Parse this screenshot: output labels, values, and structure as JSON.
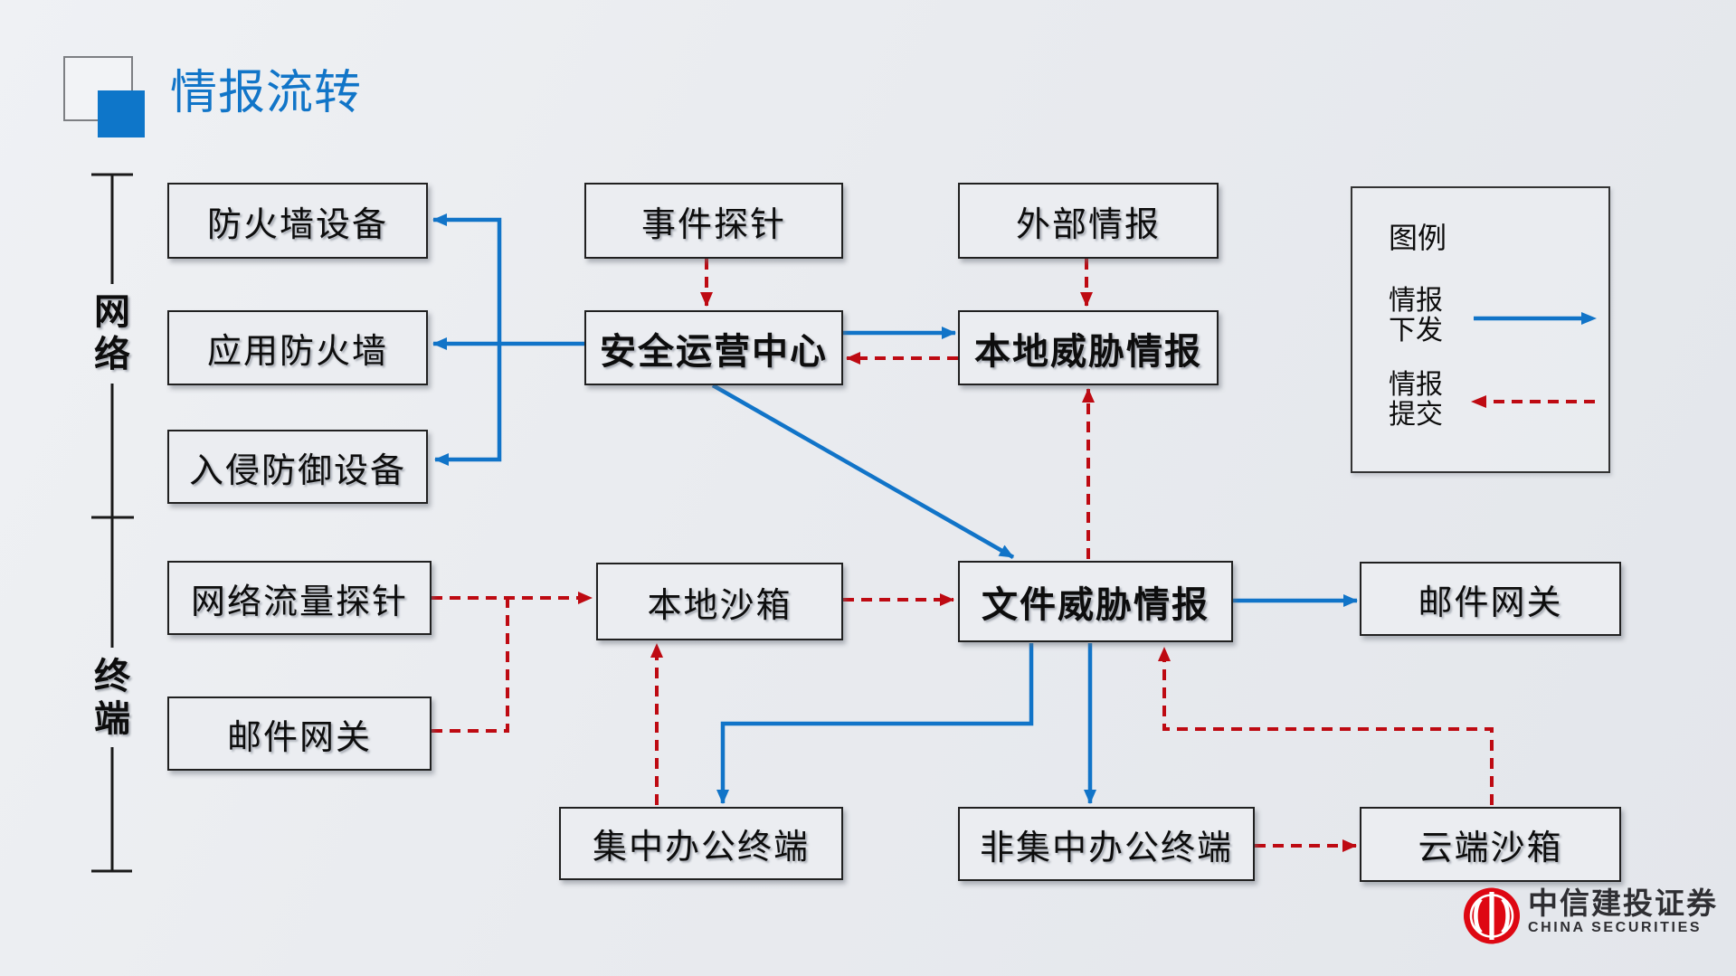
{
  "title": {
    "text": "情报流转"
  },
  "groups": {
    "network": "网络",
    "terminal": "终端"
  },
  "nodes": {
    "firewall": {
      "label": "防火墙设备"
    },
    "app_firewall": {
      "label": "应用防火墙"
    },
    "ips": {
      "label": "入侵防御设备"
    },
    "event_probe": {
      "label": "事件探针"
    },
    "soc": {
      "label": "安全运营中心"
    },
    "external_intel": {
      "label": "外部情报"
    },
    "local_threat_intel": {
      "label": "本地威胁情报"
    },
    "net_traffic_probe": {
      "label": "网络流量探针"
    },
    "local_sandbox": {
      "label": "本地沙箱"
    },
    "file_threat_intel": {
      "label": "文件威胁情报"
    },
    "mail_gateway_right": {
      "label": "邮件网关"
    },
    "mail_gateway_left": {
      "label": "邮件网关"
    },
    "central_terminal": {
      "label": "集中办公终端"
    },
    "noncentral_terminal": {
      "label": "非集中办公终端"
    },
    "cloud_sandbox": {
      "label": "云端沙箱"
    }
  },
  "legend": {
    "title": "图例",
    "dispatch": {
      "line1": "情报",
      "line2": "下发",
      "style": "blue-solid-arrow-right"
    },
    "submit": {
      "line1": "情报",
      "line2": "提交",
      "style": "red-dashed-arrow-left"
    }
  },
  "logo": {
    "company": "中信建投证券",
    "company_en": "CHINA SECURITIES"
  },
  "colors": {
    "dispatch_blue": "#1174C8",
    "submit_red": "#BE0A12",
    "title_blue": "#1175C8",
    "logo_red": "#DE0712",
    "box_border": "#202020",
    "background": "#E8EAEE"
  }
}
